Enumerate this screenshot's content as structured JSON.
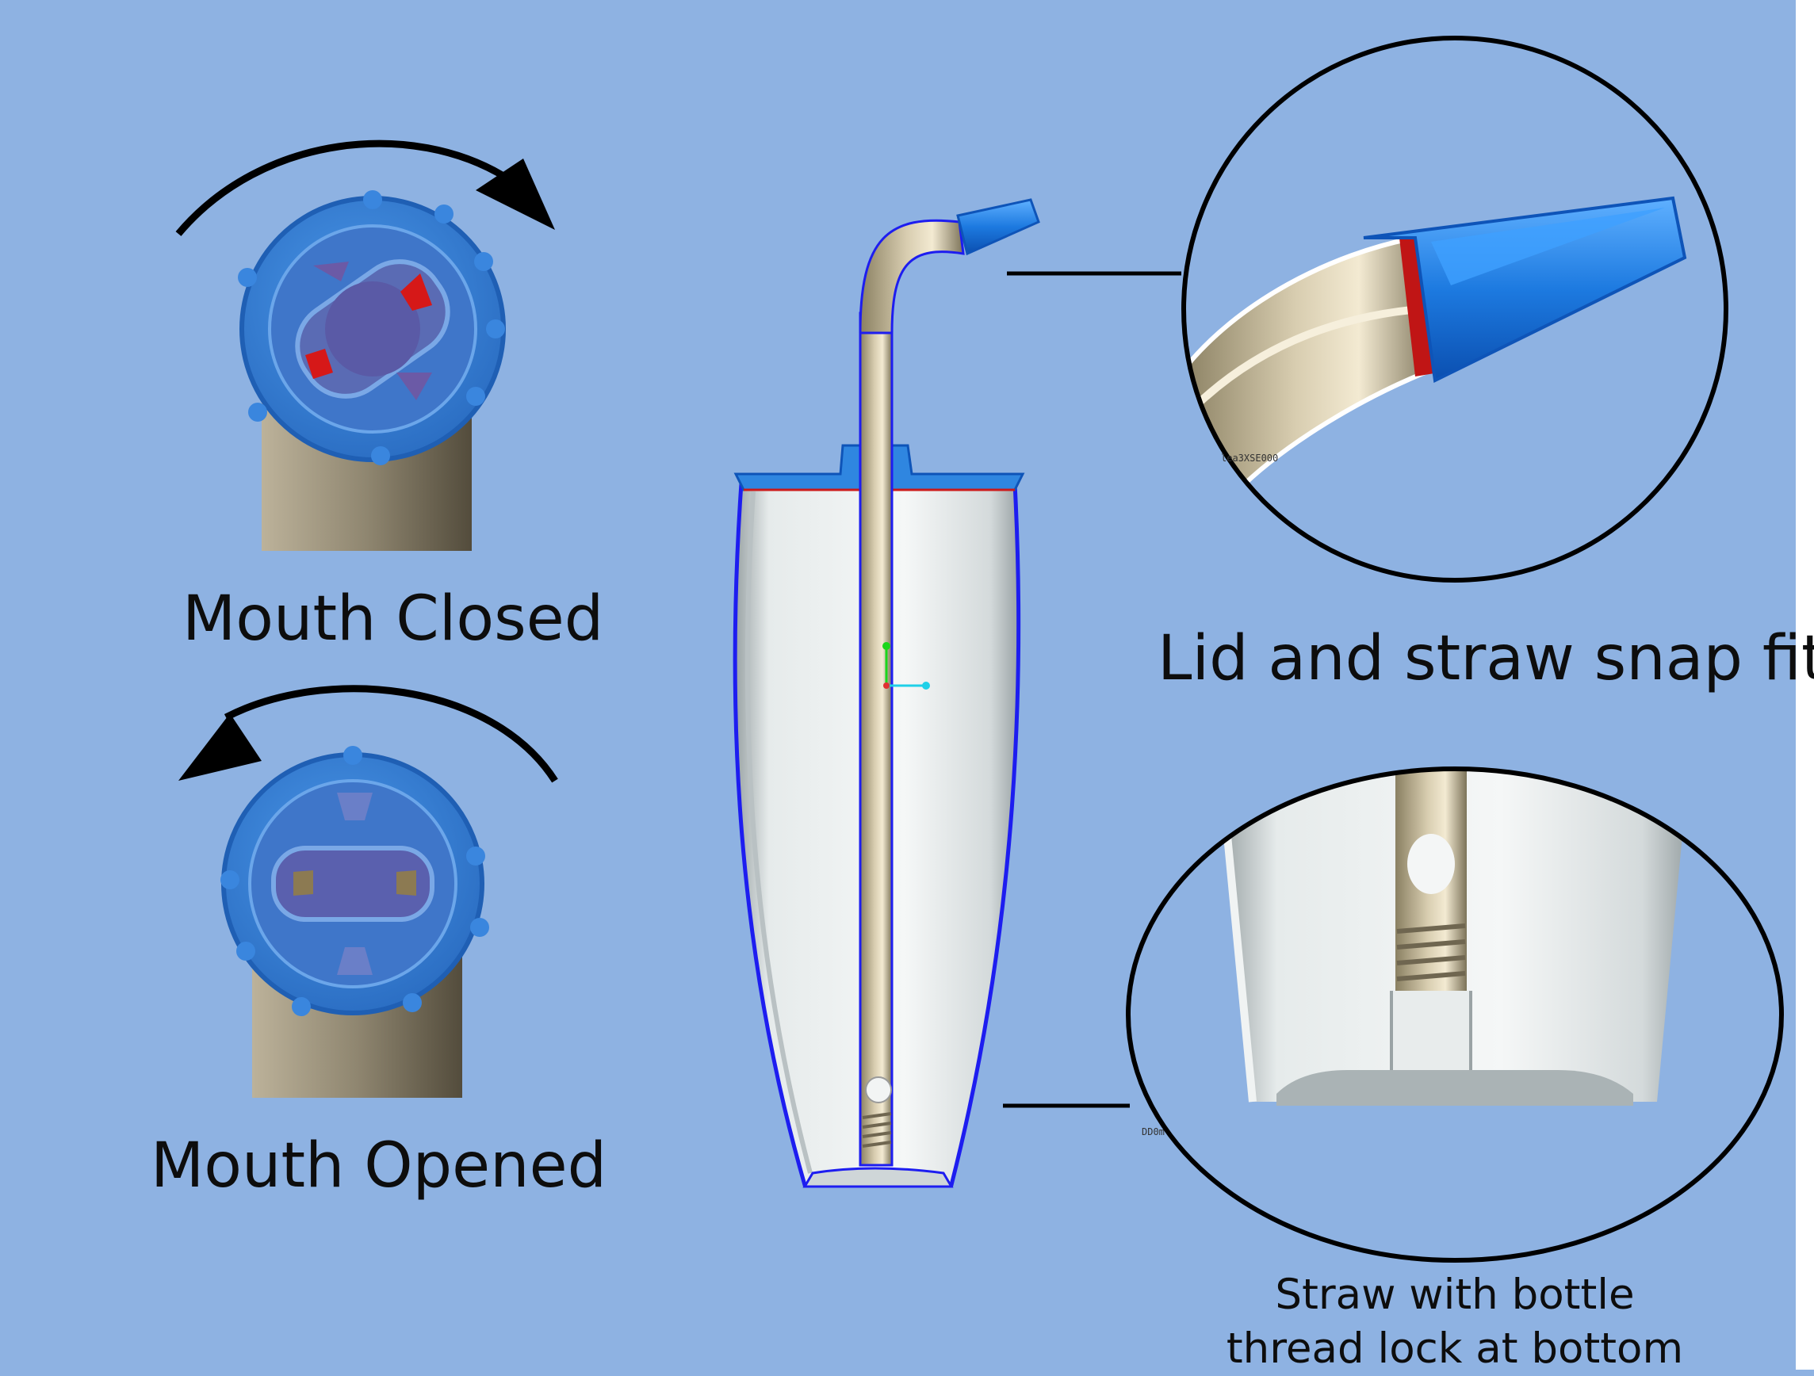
{
  "labels": {
    "mouth_closed": "Mouth Closed",
    "mouth_opened": "Mouth Opened",
    "lid_snap_fit": "Lid and straw snap fit",
    "straw_caption_line1": "Straw with bottle",
    "straw_caption_line2": "thread lock at bottom"
  },
  "cad_tags": {
    "top_detail": "lea3XSE000",
    "bottom_detail": "DD0m"
  },
  "colors": {
    "background": "#8eb2e2",
    "lid_blue": "#2f86e0",
    "straw_tan": "#c9bea0",
    "bottle_white": "#eef1f1",
    "seal_red": "#d41414",
    "outline": "#000000"
  },
  "icons": {
    "rotate_clockwise": "clockwise-arrow-icon",
    "rotate_counterclockwise": "counterclockwise-arrow-icon"
  }
}
